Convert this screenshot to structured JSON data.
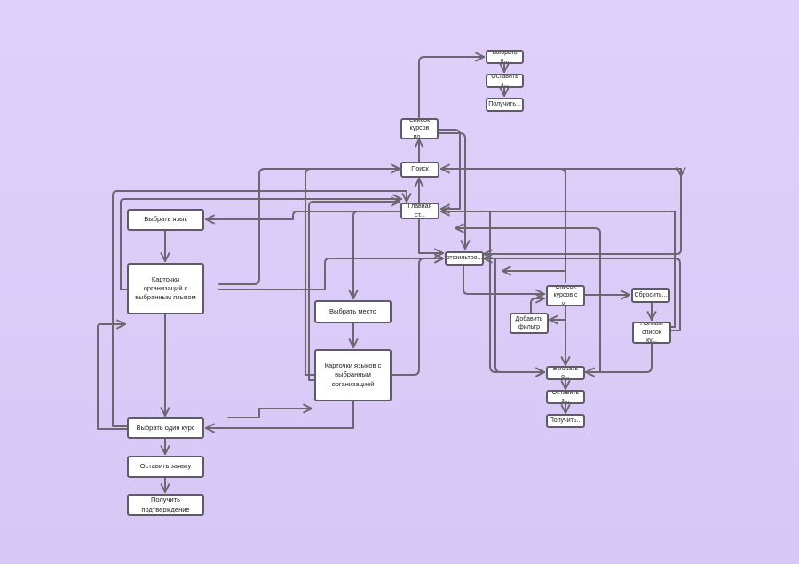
{
  "nodes": {
    "select_lang": "Выбрать язык",
    "org_cards": "Карточки организаций с выбранным языком",
    "select_one_course": "Выбрать один курс",
    "leave_request": "Оставить заявку",
    "get_confirmation": "Получить подтверждение",
    "select_place": "Выбрать место",
    "lang_cards": "Карточки языков с выбранным организацией",
    "main_page": "Главная ст...",
    "search": "Поиск",
    "course_list_search": "Список\nкурсов по...",
    "top_select": "Выбрать о...",
    "top_leave": "Оставить з...",
    "top_get": "Получить...",
    "filtered": "отфильтро...",
    "course_list_filter": "Список\nкурсов с у...",
    "add_filter": "Добавить\nфильтр",
    "reset": "Сбросить...",
    "full_list": "Полный\nсписок ку...",
    "bottom_select": "Выбрать о...",
    "bottom_leave": "Оставить з...",
    "bottom_get": "Получить..."
  }
}
